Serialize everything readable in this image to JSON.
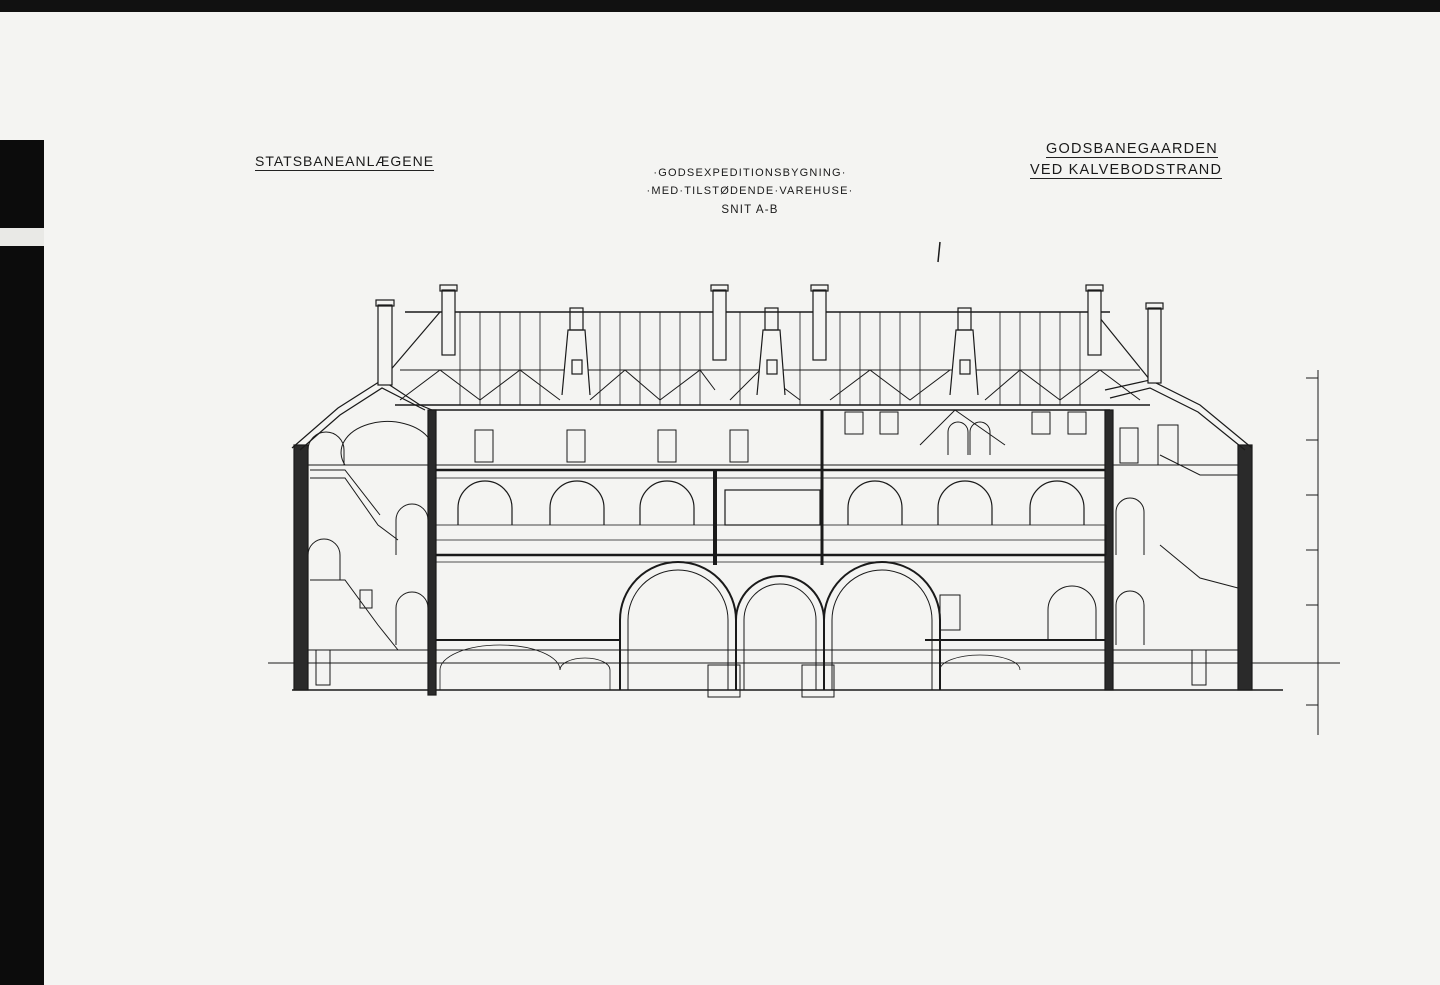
{
  "sheet": {
    "title_left": "Statsbaneanlægene",
    "title_center_line1": "·Godsexpeditionsbygning·",
    "title_center_line2": "·Med·Tilstødende·Varehuse·",
    "title_center_line3": "Snit A-B",
    "title_right_line1": "Godsbanegaarden",
    "title_right_line2": "ved Kalvebodstrand"
  },
  "drawing": {
    "subject": "building-cross-section",
    "line_color": "#1a1a1a",
    "paper_color": "#f4f4f2"
  }
}
